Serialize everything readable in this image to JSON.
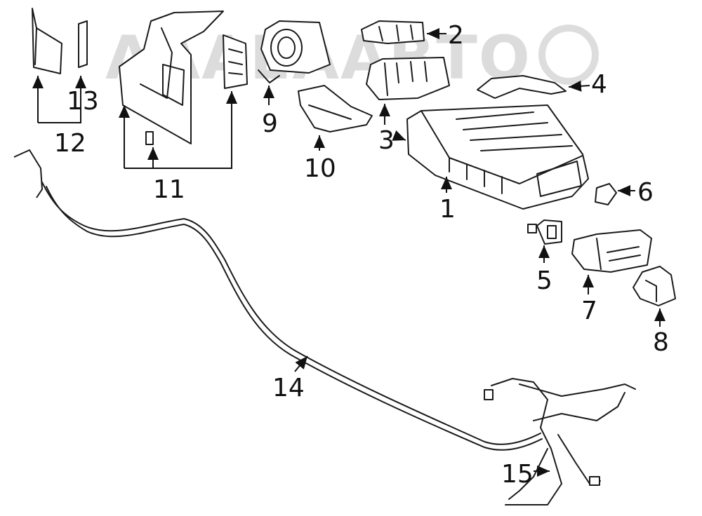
{
  "watermark": "AAAEAABTO",
  "callouts": [
    {
      "id": "1",
      "text": "1"
    },
    {
      "id": "2",
      "text": "2"
    },
    {
      "id": "3",
      "text": "3"
    },
    {
      "id": "4",
      "text": "4"
    },
    {
      "id": "5",
      "text": "5"
    },
    {
      "id": "6",
      "text": "6"
    },
    {
      "id": "7",
      "text": "7"
    },
    {
      "id": "8",
      "text": "8"
    },
    {
      "id": "9",
      "text": "9"
    },
    {
      "id": "10",
      "text": "10"
    },
    {
      "id": "11",
      "text": "11"
    },
    {
      "id": "12",
      "text": "12"
    },
    {
      "id": "13",
      "text": "13"
    },
    {
      "id": "14",
      "text": "14"
    },
    {
      "id": "15",
      "text": "15"
    }
  ]
}
